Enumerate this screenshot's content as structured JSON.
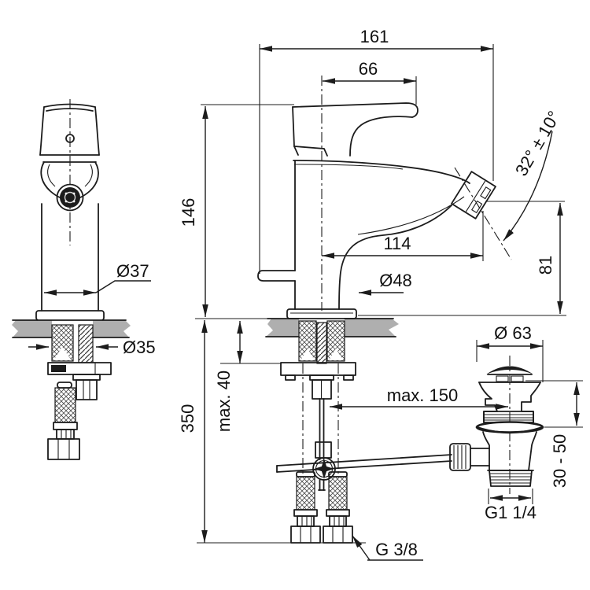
{
  "labels": {
    "total_depth": "161",
    "handle_reach": "66",
    "height": "146",
    "spout_reach": "114",
    "base_diameter": "Ø48",
    "spray_angle": "32° ± 10°",
    "outlet_height": "81",
    "body_diameter": "Ø37",
    "mount_hole_diameter": "Ø35",
    "deck_thickness": "max. 40",
    "hose_drop": "350",
    "plug_diameter": "Ø 63",
    "rod_offset": "max. 150",
    "basin_thickness_range": "30 - 50",
    "waste_thread": "G1 1/4",
    "supply_thread": "G 3/8"
  },
  "colors": {
    "line": "#1c1c1c",
    "counter": "#afafaf",
    "background": "#ffffff"
  }
}
